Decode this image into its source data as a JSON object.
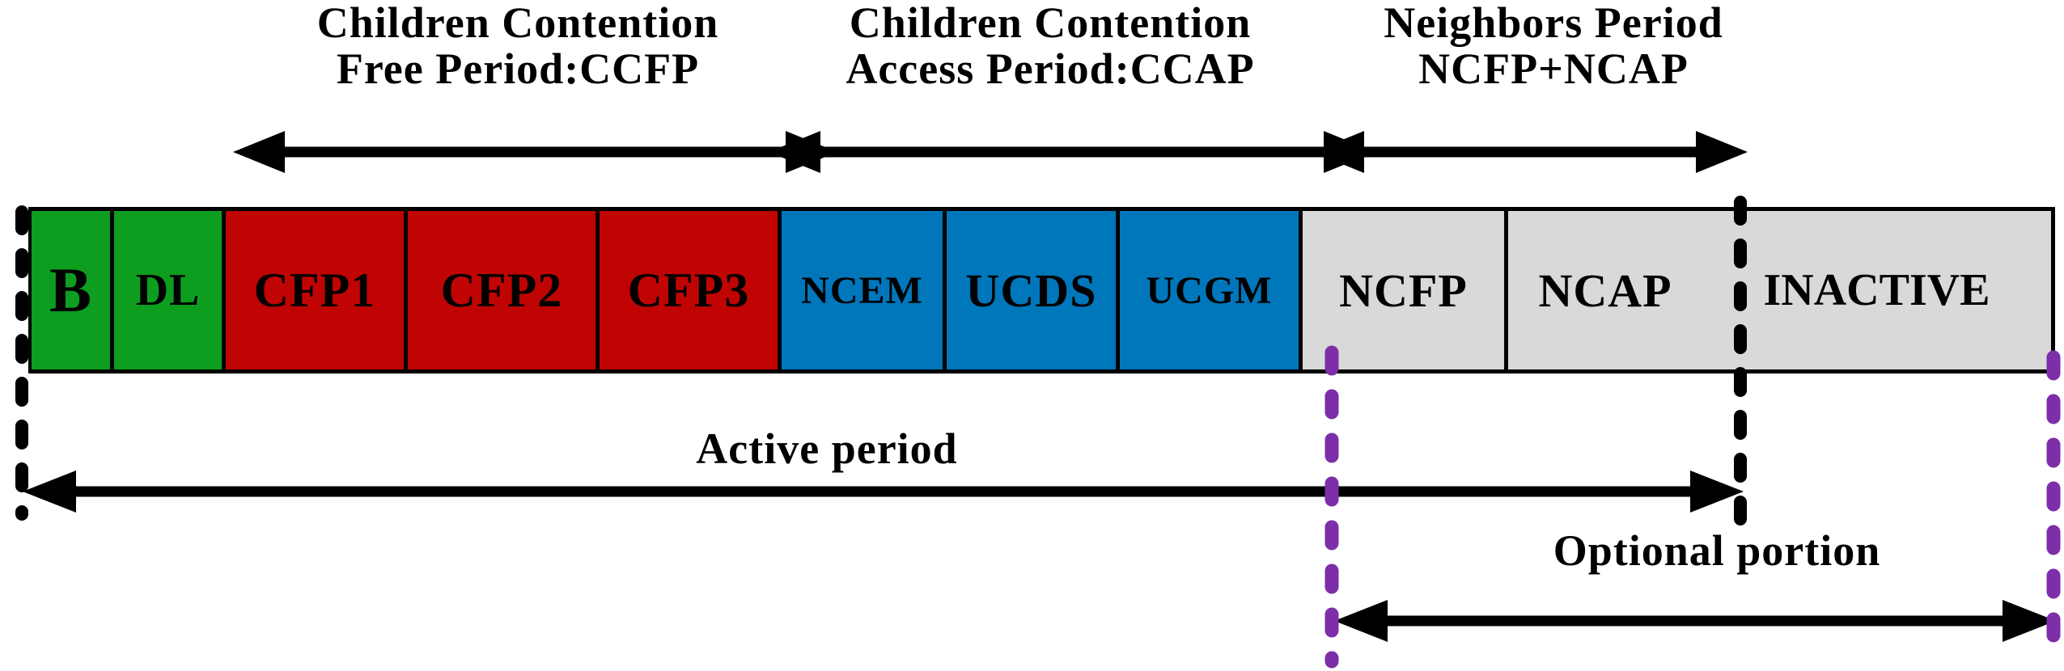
{
  "title_groups": [
    {
      "line1": "Children Contention",
      "line2": "Free Period:CCFP"
    },
    {
      "line1": "Children Contention",
      "line2": "Access Period:CCAP"
    },
    {
      "line1": "Neighbors Period",
      "line2": "NCFP+NCAP"
    }
  ],
  "segments": [
    {
      "label": "B",
      "color": "green"
    },
    {
      "label": "DL",
      "color": "green"
    },
    {
      "label": "CFP1",
      "color": "red"
    },
    {
      "label": "CFP2",
      "color": "red"
    },
    {
      "label": "CFP3",
      "color": "red"
    },
    {
      "label": "NCEM",
      "color": "blue"
    },
    {
      "label": "UCDS",
      "color": "blue"
    },
    {
      "label": "UCGM",
      "color": "blue"
    },
    {
      "label": "NCFP",
      "color": "gray"
    },
    {
      "label": "NCAP",
      "color": "gray"
    },
    {
      "label": "INACTIVE",
      "color": "gray"
    }
  ],
  "annotations": {
    "active_period": "Active period",
    "optional_portion": "Optional portion"
  },
  "palette": {
    "green": "#0D9E20",
    "red": "#C00404",
    "blue": "#0077BB",
    "gray": "#D9D9D9",
    "purple": "#7C2FA8",
    "black": "#000000"
  }
}
